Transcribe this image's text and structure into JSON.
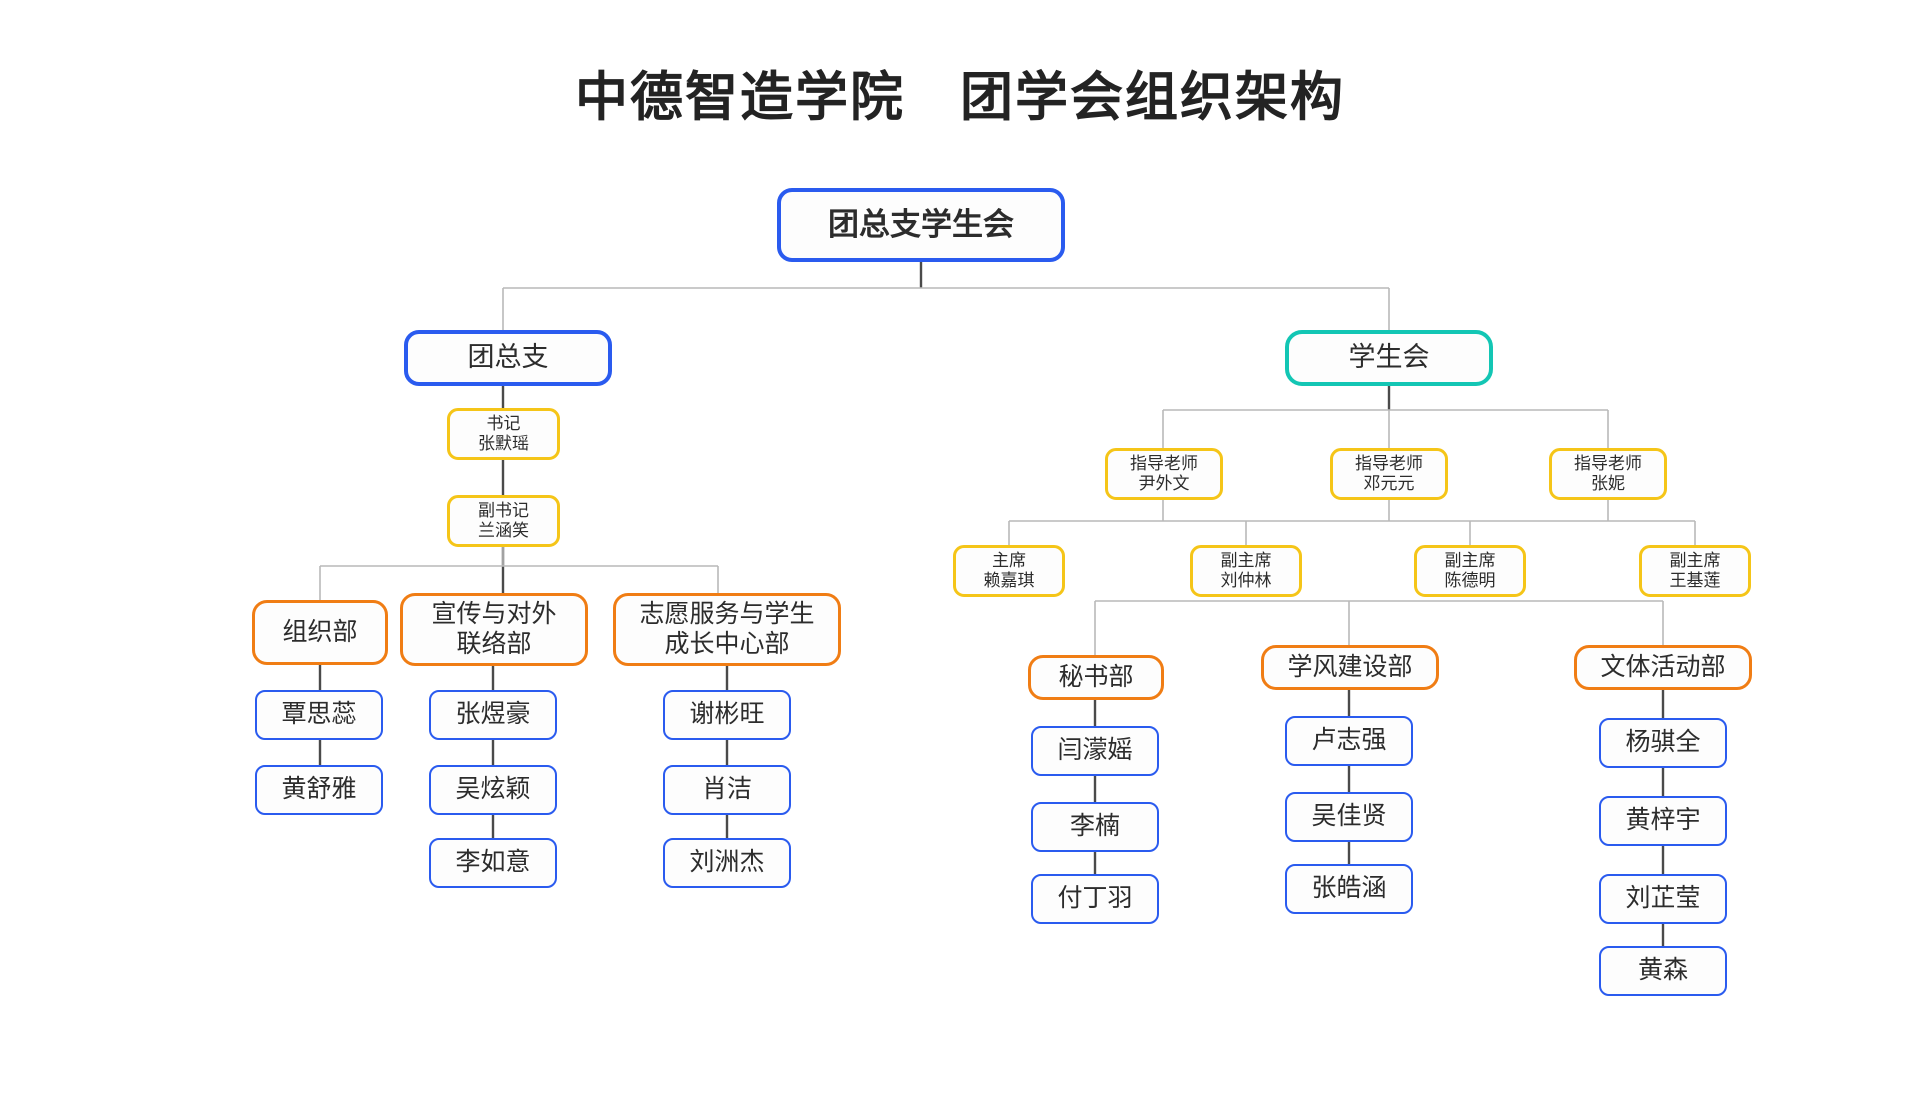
{
  "title": "中德智造学院　团学会组织架构",
  "colors": {
    "blue": "#2a5bef",
    "teal": "#13c6b4",
    "orange": "#f07d14",
    "yellow": "#f5c518",
    "connector": "#b9b9b9",
    "stem": "#4a4a4a",
    "text": "#2c2c2c",
    "background": "#ffffff"
  },
  "chart_data": {
    "type": "diagram",
    "diagram_type": "organization-chart",
    "title": "中德智造学院　团学会组织架构",
    "root": "团总支学生会",
    "branches": [
      {
        "name": "团总支",
        "color": "blue",
        "leaders": [
          {
            "role": "书记",
            "person": "张默瑶"
          },
          {
            "role": "副书记",
            "person": "兰涵笑"
          }
        ],
        "departments": [
          {
            "name": "组织部",
            "members": [
              "覃思蕊",
              "黄舒雅"
            ]
          },
          {
            "name": "宣传与对外\n联络部",
            "members": [
              "张煜豪",
              "吴炫颖",
              "李如意"
            ]
          },
          {
            "name": "志愿服务与学生\n成长中心部",
            "members": [
              "谢彬旺",
              "肖洁",
              "刘洲杰"
            ]
          }
        ]
      },
      {
        "name": "学生会",
        "color": "teal",
        "advisors": [
          {
            "role": "指导老师",
            "person": "尹外文"
          },
          {
            "role": "指导老师",
            "person": "邓元元"
          },
          {
            "role": "指导老师",
            "person": "张妮"
          }
        ],
        "officers": [
          {
            "role": "主席",
            "person": "赖嘉琪"
          },
          {
            "role": "副主席",
            "person": "刘仲林"
          },
          {
            "role": "副主席",
            "person": "陈德明"
          },
          {
            "role": "副主席",
            "person": "王基莲"
          }
        ],
        "departments": [
          {
            "name": "秘书部",
            "members": [
              "闫濛媱",
              "李楠",
              "付丁羽"
            ]
          },
          {
            "name": "学风建设部",
            "members": [
              "卢志强",
              "吴佳贤",
              "张皓涵"
            ]
          },
          {
            "name": "文体活动部",
            "members": [
              "杨骐全",
              "黄梓宇",
              "刘芷莹",
              "黄森"
            ]
          }
        ]
      }
    ]
  },
  "nodes": {
    "root": "团总支学生会",
    "branch_tuan": "团总支",
    "branch_xsh": "学生会",
    "tuan_secretary": "书记\n张默瑶",
    "tuan_vice_secretary": "副书记\n兰涵笑",
    "dept_organization": "组织部",
    "dept_publicity": "宣传与对外\n联络部",
    "dept_volunteer": "志愿服务与学生\n成长中心部",
    "m_organization_1": "覃思蕊",
    "m_organization_2": "黄舒雅",
    "m_publicity_1": "张煜豪",
    "m_publicity_2": "吴炫颖",
    "m_publicity_3": "李如意",
    "m_volunteer_1": "谢彬旺",
    "m_volunteer_2": "肖洁",
    "m_volunteer_3": "刘洲杰",
    "advisor_1": "指导老师\n尹外文",
    "advisor_2": "指导老师\n邓元元",
    "advisor_3": "指导老师\n张妮",
    "officer_1": "主席\n赖嘉琪",
    "officer_2": "副主席\n刘仲林",
    "officer_3": "副主席\n陈德明",
    "officer_4": "副主席\n王基莲",
    "dept_secretary": "秘书部",
    "dept_study": "学风建设部",
    "dept_culture": "文体活动部",
    "m_secretary_1": "闫濛媱",
    "m_secretary_2": "李楠",
    "m_secretary_3": "付丁羽",
    "m_study_1": "卢志强",
    "m_study_2": "吴佳贤",
    "m_study_3": "张皓涵",
    "m_culture_1": "杨骐全",
    "m_culture_2": "黄梓宇",
    "m_culture_3": "刘芷莹",
    "m_culture_4": "黄森"
  }
}
